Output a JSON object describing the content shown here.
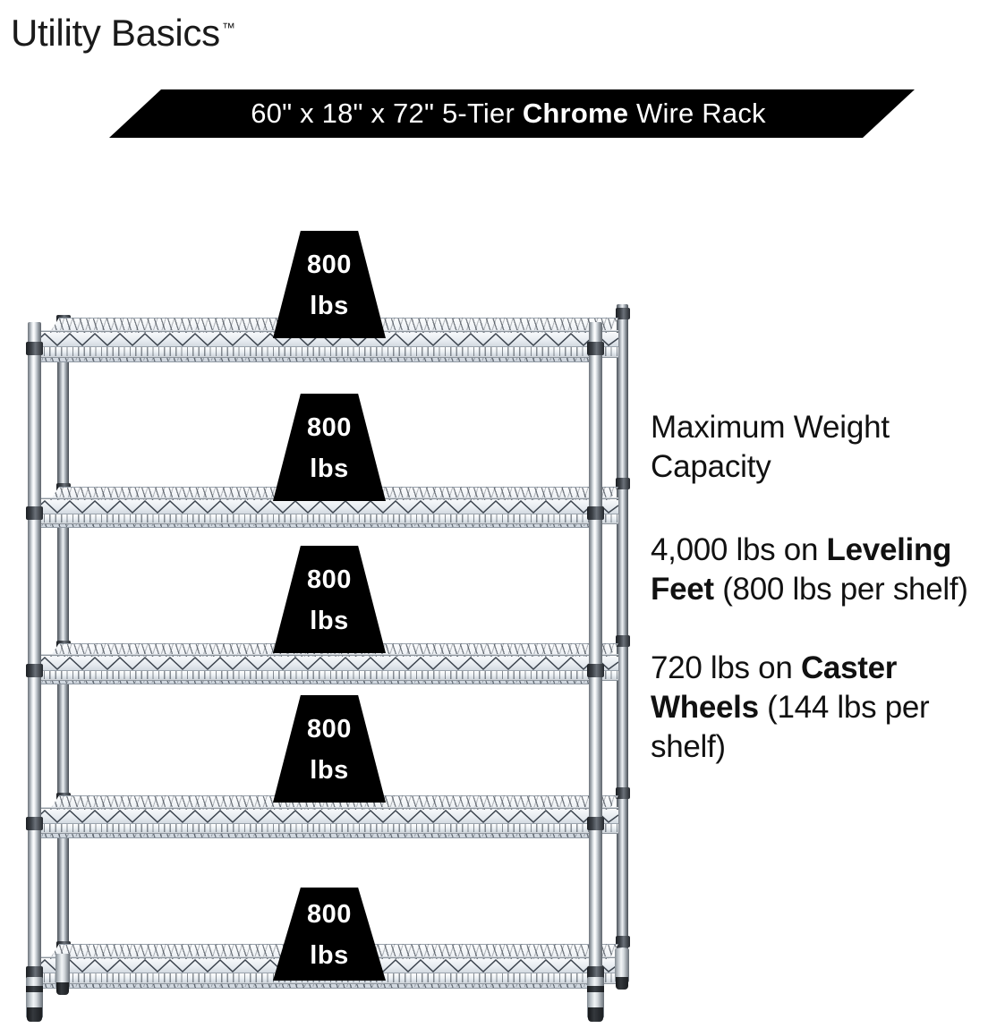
{
  "brand": {
    "name": "Utility Basics",
    "trademark": "™"
  },
  "banner": {
    "dimensions": "60\" x 18\" x 72\"",
    "tier": "5-Tier",
    "material": "Chrome",
    "product": "Wire Rack",
    "full_text": "60\" x 18\" x 72\" 5-Tier Chrome Wire Rack",
    "background_color": "#000000",
    "text_color": "#FFFFFF"
  },
  "copy": {
    "heading": "Maximum Weight Capacity",
    "leveling": {
      "prefix": "4,000 lbs on ",
      "bold": "Leveling Feet",
      "suffix": " (800 lbs per shelf)"
    },
    "caster": {
      "prefix": "720 lbs on ",
      "bold": "Caster Wheels",
      "suffix": " (144 lbs per shelf)"
    }
  },
  "badges": [
    {
      "num": "800",
      "unit": "lbs"
    },
    {
      "num": "800",
      "unit": "lbs"
    },
    {
      "num": "800",
      "unit": "lbs"
    },
    {
      "num": "800",
      "unit": "lbs"
    },
    {
      "num": "800",
      "unit": "lbs"
    }
  ],
  "product": {
    "shelf_count": 5,
    "per_shelf_capacity": "800 lbs",
    "total_capacity_leveling_feet": "4,000 lbs",
    "total_capacity_casters": "720 lbs",
    "per_shelf_capacity_casters": "144 lbs",
    "width": "60\"",
    "depth": "18\"",
    "height": "72\"",
    "finish": "Chrome",
    "chrome_color": "#E3E8EE",
    "accent_color": "#000000"
  }
}
